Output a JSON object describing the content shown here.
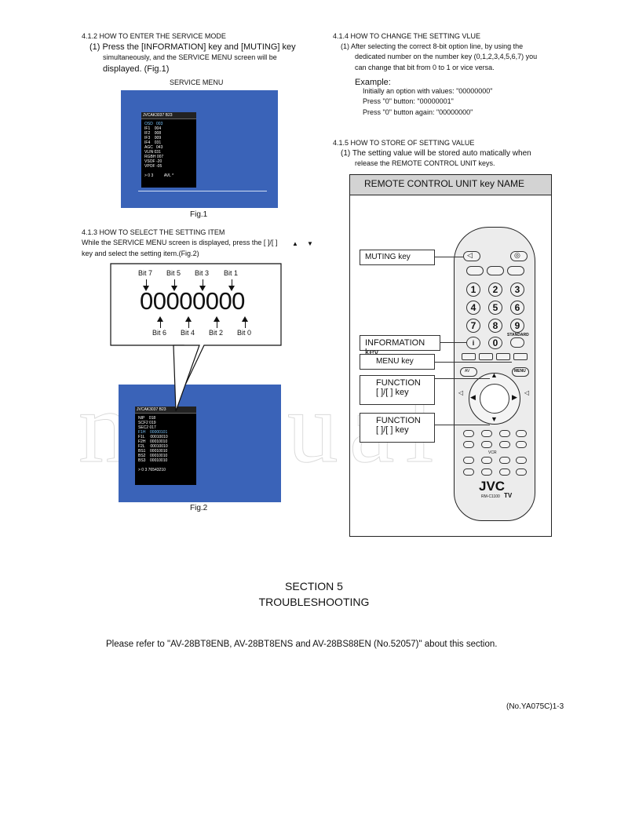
{
  "left": {
    "h412": "4.1.2 HOW TO ENTER THE SERVICE MODE",
    "h412_line1": "(1) Press the [INFORMATION] key and [MUTING] key",
    "h412_line2": "simultaneously, and the SERVICE MENU screen will be",
    "h412_line3": "displayed. (Fig.1)",
    "service_menu_label": "SERVICE MENU",
    "fig1_caption": "Fig.1",
    "h413": "4.1.3 HOW TO SELECT THE SETTING ITEM",
    "h413_line1": "While the SERVICE MENU screen is displayed, press the [ ]/[ ]",
    "h413_line2": "key and select the setting item.(Fig.2)",
    "fig2_caption": "Fig.2"
  },
  "fig1_menu": {
    "title": "JVCAK3037 B23",
    "rows": [
      "OSD   003",
      "IF1    004",
      "IF2    008",
      "IF3    009",
      "IF4    031",
      "AGC   043",
      "VLIN 031",
      "RGBH 007",
      "VSOF -20",
      "VPOF -05"
    ],
    "footer": "> 0 3          AVL *"
  },
  "fig2_menu": {
    "title": "JVCAK3037 B23",
    "rows": [
      "NIP    018",
      "SCF2 019",
      "SEC2 017",
      "F1H    00000101",
      "F1L     00010010",
      "F2H    00010010",
      "F2L     00010010",
      "BS1    00010010",
      "BS2    00010010",
      "BS3    00010010"
    ],
    "footer": "> 0 3 76543210"
  },
  "bits": {
    "value": "00000000",
    "top_labels": [
      "Bit 7",
      "Bit 5",
      "Bit 3",
      "Bit 1"
    ],
    "bottom_labels": [
      "Bit 6",
      "Bit 4",
      "Bit 2",
      "Bit 0"
    ]
  },
  "right": {
    "h414": "4.1.4 HOW TO CHANGE THE SETTING VLUE",
    "h414_line1": "(1) After selecting the correct 8-bit option line, by using the",
    "h414_line2": "dedicated number on the number key (0,1,2,3,4,5,6,7) you",
    "h414_line3": "can change that bit from 0 to 1 or vice versa.",
    "example_label": "Example:",
    "example_1": "Initially an option with values: \"00000000\"",
    "example_2": "Press \"0\" button: \"00000001\"",
    "example_3": "Press \"0\" button again: \"00000000\"",
    "h415": "4.1.5 HOW TO STORE OF SETTING VALUE",
    "h415_line1": "(1) The setting value will be stored auto matically when",
    "h415_line2": "release the REMOTE CONTROL UNIT keys."
  },
  "remote": {
    "header": "REMOTE CONTROL UNIT key NAME",
    "callout_muting": "MUTING key",
    "callout_information": "INFORMATION key",
    "callout_menu": "MENU key",
    "callout_function_1_label": "FUNCTION",
    "callout_function_1_keys": "[ ]/[ ] key",
    "callout_function_2_label": "FUNCTION",
    "callout_function_2_keys": "[ ]/[ ] key",
    "number_keys": [
      "1",
      "2",
      "3",
      "4",
      "5",
      "6",
      "7",
      "8",
      "9",
      "0"
    ],
    "brand": "JVC",
    "model": "RM-C1100",
    "tv_label": "TV",
    "av_label": "AV",
    "menu_label": "MENU",
    "vcr_label": "VCR",
    "standard_label": "STANDARD"
  },
  "section": {
    "number": "SECTION 5",
    "title": "TROUBLESHOOTING",
    "reference": "Please refer to \"AV-28BT8ENB, AV-28BT8ENS and AV-28BS88EN (No.52057)\" about this section."
  },
  "footer": {
    "page_id": "(No.YA075C)1-3"
  },
  "watermark": "manual"
}
